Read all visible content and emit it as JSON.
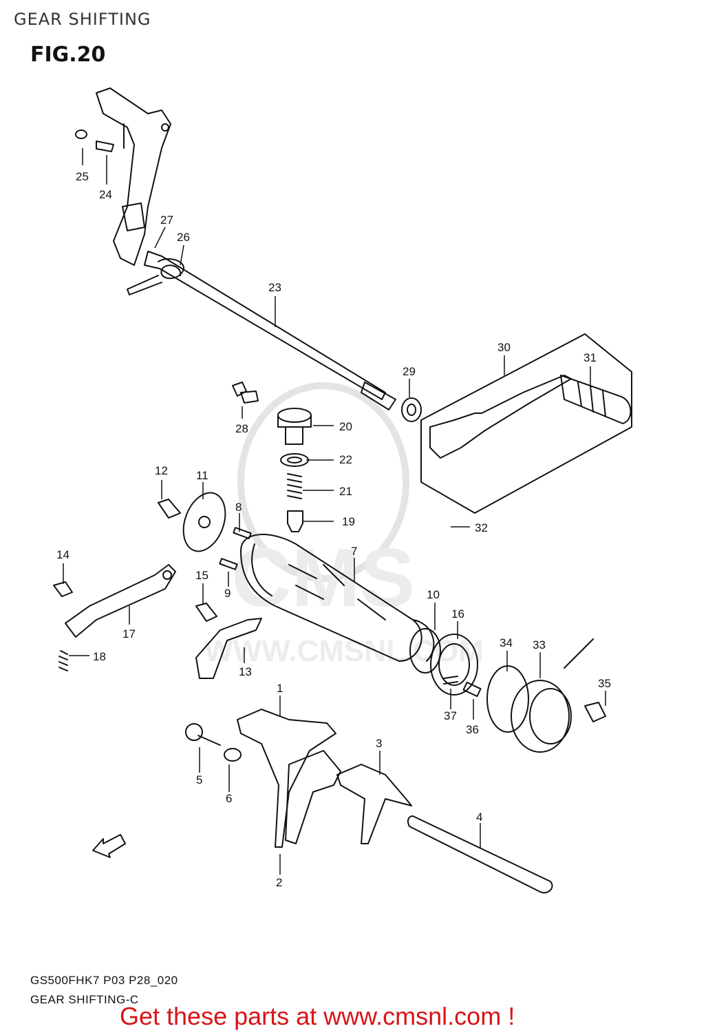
{
  "header": {
    "title": "GEAR SHIFTING"
  },
  "figure": {
    "label": "FIG.20"
  },
  "callouts": [
    "1",
    "2",
    "3",
    "4",
    "5",
    "6",
    "7",
    "8",
    "9",
    "10",
    "11",
    "12",
    "13",
    "14",
    "15",
    "16",
    "17",
    "18",
    "19",
    "20",
    "21",
    "22",
    "23",
    "24",
    "25",
    "26",
    "27",
    "28",
    "29",
    "30",
    "31",
    "32",
    "33",
    "34",
    "35",
    "36",
    "37"
  ],
  "watermark": {
    "text": "WWW.CMSNL.COM",
    "brand": "CMS"
  },
  "footer": {
    "code": "GS500FHK7 P03 P28_020",
    "subtitle": "GEAR SHIFTING-C",
    "cta": "Get these parts at www.cmsnl.com !"
  },
  "fwd_label": "FWD",
  "colors": {
    "line": "#111111",
    "cta": "#d81418",
    "watermark": "#e6e6e6"
  }
}
